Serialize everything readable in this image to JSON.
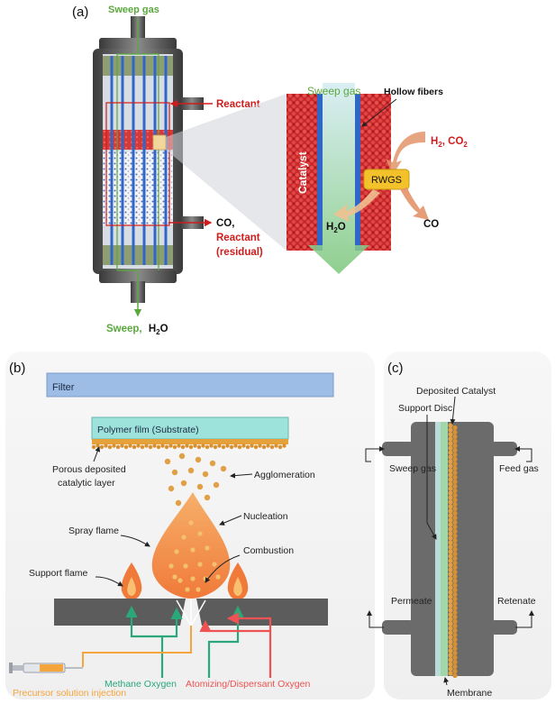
{
  "panel_a": {
    "label": "(a)",
    "sweep_gas_top": "Sweep gas",
    "reactant": "Reactant",
    "co": "CO,",
    "reactant_residual_1": "Reactant",
    "reactant_residual_2": "(residual)",
    "sweep_bottom": "Sweep,",
    "h2o_bottom": "H",
    "h2o_bottom_sub": "2",
    "h2o_bottom_tail": "O",
    "zoom_sweep_gas": "Sweep gas",
    "hollow_fibers": "Hollow fibers",
    "catalyst": "Catalyst",
    "h2": "H",
    "h2_sub": "2",
    "co2": ", CO",
    "co2_sub": "2",
    "rwgs": "RWGS",
    "h2o_zoom": "H",
    "h2o_zoom_sub": "2",
    "h2o_zoom_tail": "O",
    "co_zoom": "CO"
  },
  "panel_b": {
    "label": "(b)",
    "filter": "Filter",
    "polymer_film": "Polymer film (Substrate)",
    "porous_1": "Porous deposited",
    "porous_2": "catalytic layer",
    "agglomeration": "Agglomeration",
    "spray_flame": "Spray flame",
    "nucleation": "Nucleation",
    "combustion": "Combustion",
    "support_flame": "Support flame",
    "methane_oxygen": "Methane Oxygen",
    "atomizing": "Atomizing/Dispersant Oxygen",
    "precursor": "Precursor solution injection"
  },
  "panel_c": {
    "label": "(c)",
    "deposited_catalyst": "Deposited Catalyst",
    "support_disc": "Support Disc",
    "sweep_gas": "Sweep gas",
    "feed_gas": "Feed gas",
    "permeate": "Permeate",
    "retenate": "Retenate",
    "membrane": "Membrane"
  },
  "colors": {
    "green_label": "#5aa83c",
    "red_label": "#d01c1c",
    "catalyst_red": "#d9383a",
    "fiber_blue": "#2f67c9",
    "rwgs_yellow": "#f3c22b",
    "filter_blue": "#9dbde6",
    "polymer_teal": "#9ee3db",
    "flame_orange": "#f5a046",
    "methane_green": "#2aa87a",
    "atomizing_red": "#ee5252",
    "precursor_orange": "#f4a53b",
    "module_gray": "#6b6b6b"
  }
}
